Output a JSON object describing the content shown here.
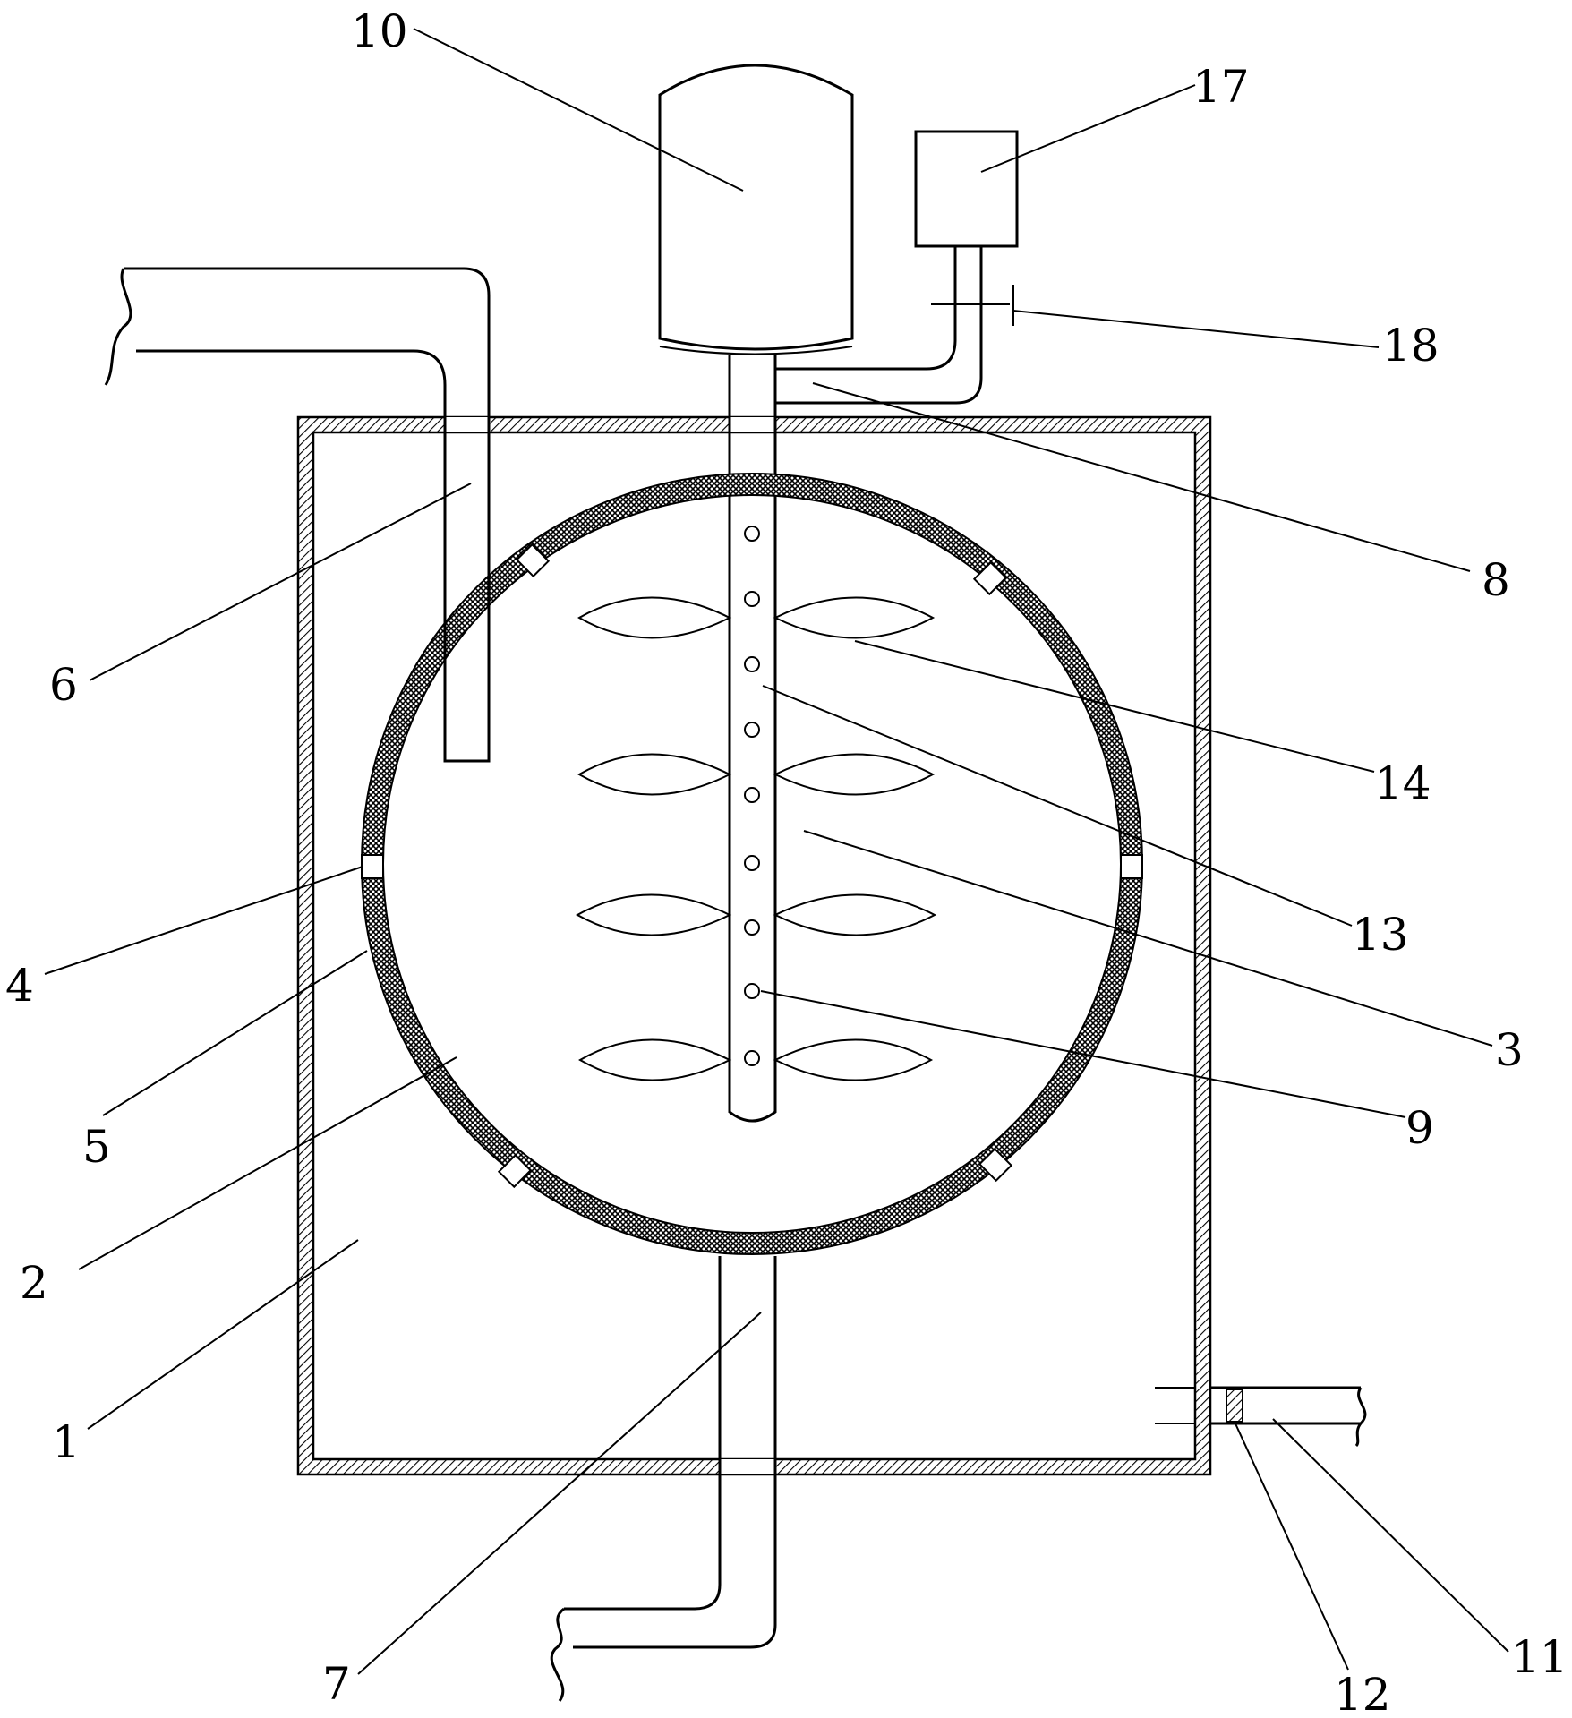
{
  "labels": {
    "l1": "1",
    "l2": "2",
    "l3": "3",
    "l4": "4",
    "l5": "5",
    "l6": "6",
    "l7": "7",
    "l8": "8",
    "l9": "9",
    "l10": "10",
    "l11": "11",
    "l12": "12",
    "l13": "13",
    "l14": "14",
    "l17": "17",
    "l18": "18"
  },
  "colors": {
    "line": "#000000",
    "background": "#ffffff"
  }
}
